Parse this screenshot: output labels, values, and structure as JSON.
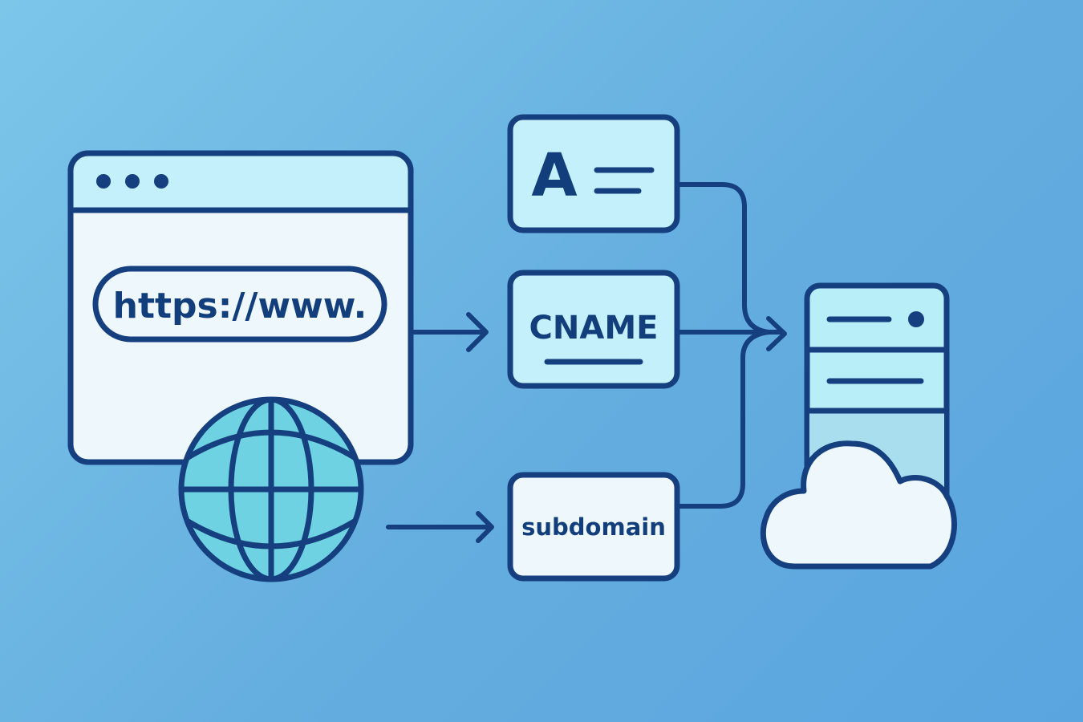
{
  "browser": {
    "url_text": "https://www."
  },
  "records": {
    "a_record_label": "A",
    "cname_label": "CNAME",
    "subdomain_label": "subdomain"
  },
  "colors": {
    "stroke": "#153f7f",
    "panel_light": "#eef7fc",
    "panel_cyan": "#c4f0fb",
    "globe_fill": "#6fd2e2",
    "server_fill": "#b8eef8",
    "background_start": "#7cc6ea",
    "background_end": "#5aa5e0"
  },
  "icons": [
    "browser-window-icon",
    "globe-icon",
    "a-record-icon",
    "cname-icon",
    "subdomain-icon",
    "server-icon",
    "cloud-icon"
  ]
}
